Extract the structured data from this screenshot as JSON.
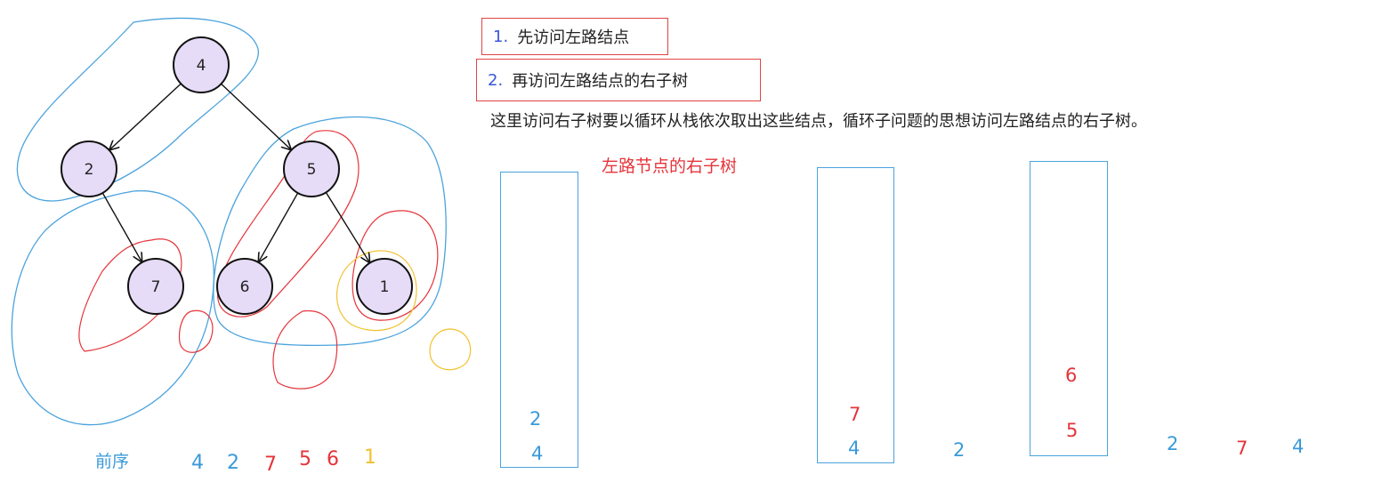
{
  "colors": {
    "blue": "#3a9ad9",
    "red": "#e5343a",
    "yellow": "#f2c12e",
    "node_fill": "#e6dcf7",
    "box_border": "#e04444"
  },
  "steps": [
    {
      "num": "1.",
      "text": "先访问左路结点"
    },
    {
      "num": "2.",
      "text": "再访问左路结点的右子树"
    }
  ],
  "description": "这里访问右子树要以循环从栈依次取出这些结点，循环子问题的思想访问左路结点的右子树。",
  "stack_title": "左路节点的右子树",
  "tree": {
    "nodes": [
      {
        "id": "n4",
        "label": "4"
      },
      {
        "id": "n2",
        "label": "2"
      },
      {
        "id": "n5",
        "label": "5"
      },
      {
        "id": "n7",
        "label": "7"
      },
      {
        "id": "n6",
        "label": "6"
      },
      {
        "id": "n1",
        "label": "1"
      }
    ],
    "edges": [
      [
        "n4",
        "n2"
      ],
      [
        "n4",
        "n5"
      ],
      [
        "n2",
        "n7"
      ],
      [
        "n5",
        "n6"
      ],
      [
        "n5",
        "n1"
      ]
    ]
  },
  "preorder": {
    "label": "前序",
    "sequence": [
      {
        "value": "4",
        "color": "blue"
      },
      {
        "value": "2",
        "color": "blue"
      },
      {
        "value": "7",
        "color": "red"
      },
      {
        "value": "5",
        "color": "red"
      },
      {
        "value": "6",
        "color": "red"
      },
      {
        "value": "1",
        "color": "yellow"
      }
    ]
  },
  "stacks": [
    {
      "items": [
        {
          "value": "2",
          "color": "blue"
        },
        {
          "value": "4",
          "color": "blue"
        }
      ]
    },
    {
      "items": [
        {
          "value": "7",
          "color": "red"
        },
        {
          "value": "4",
          "color": "blue"
        }
      ]
    },
    {
      "items": [
        {
          "value": "6",
          "color": "red"
        },
        {
          "value": "5",
          "color": "red"
        }
      ]
    }
  ],
  "popped": [
    {
      "value": "2",
      "color": "blue"
    },
    {
      "value": "2",
      "color": "blue"
    },
    {
      "value": "7",
      "color": "red"
    },
    {
      "value": "4",
      "color": "blue"
    }
  ]
}
